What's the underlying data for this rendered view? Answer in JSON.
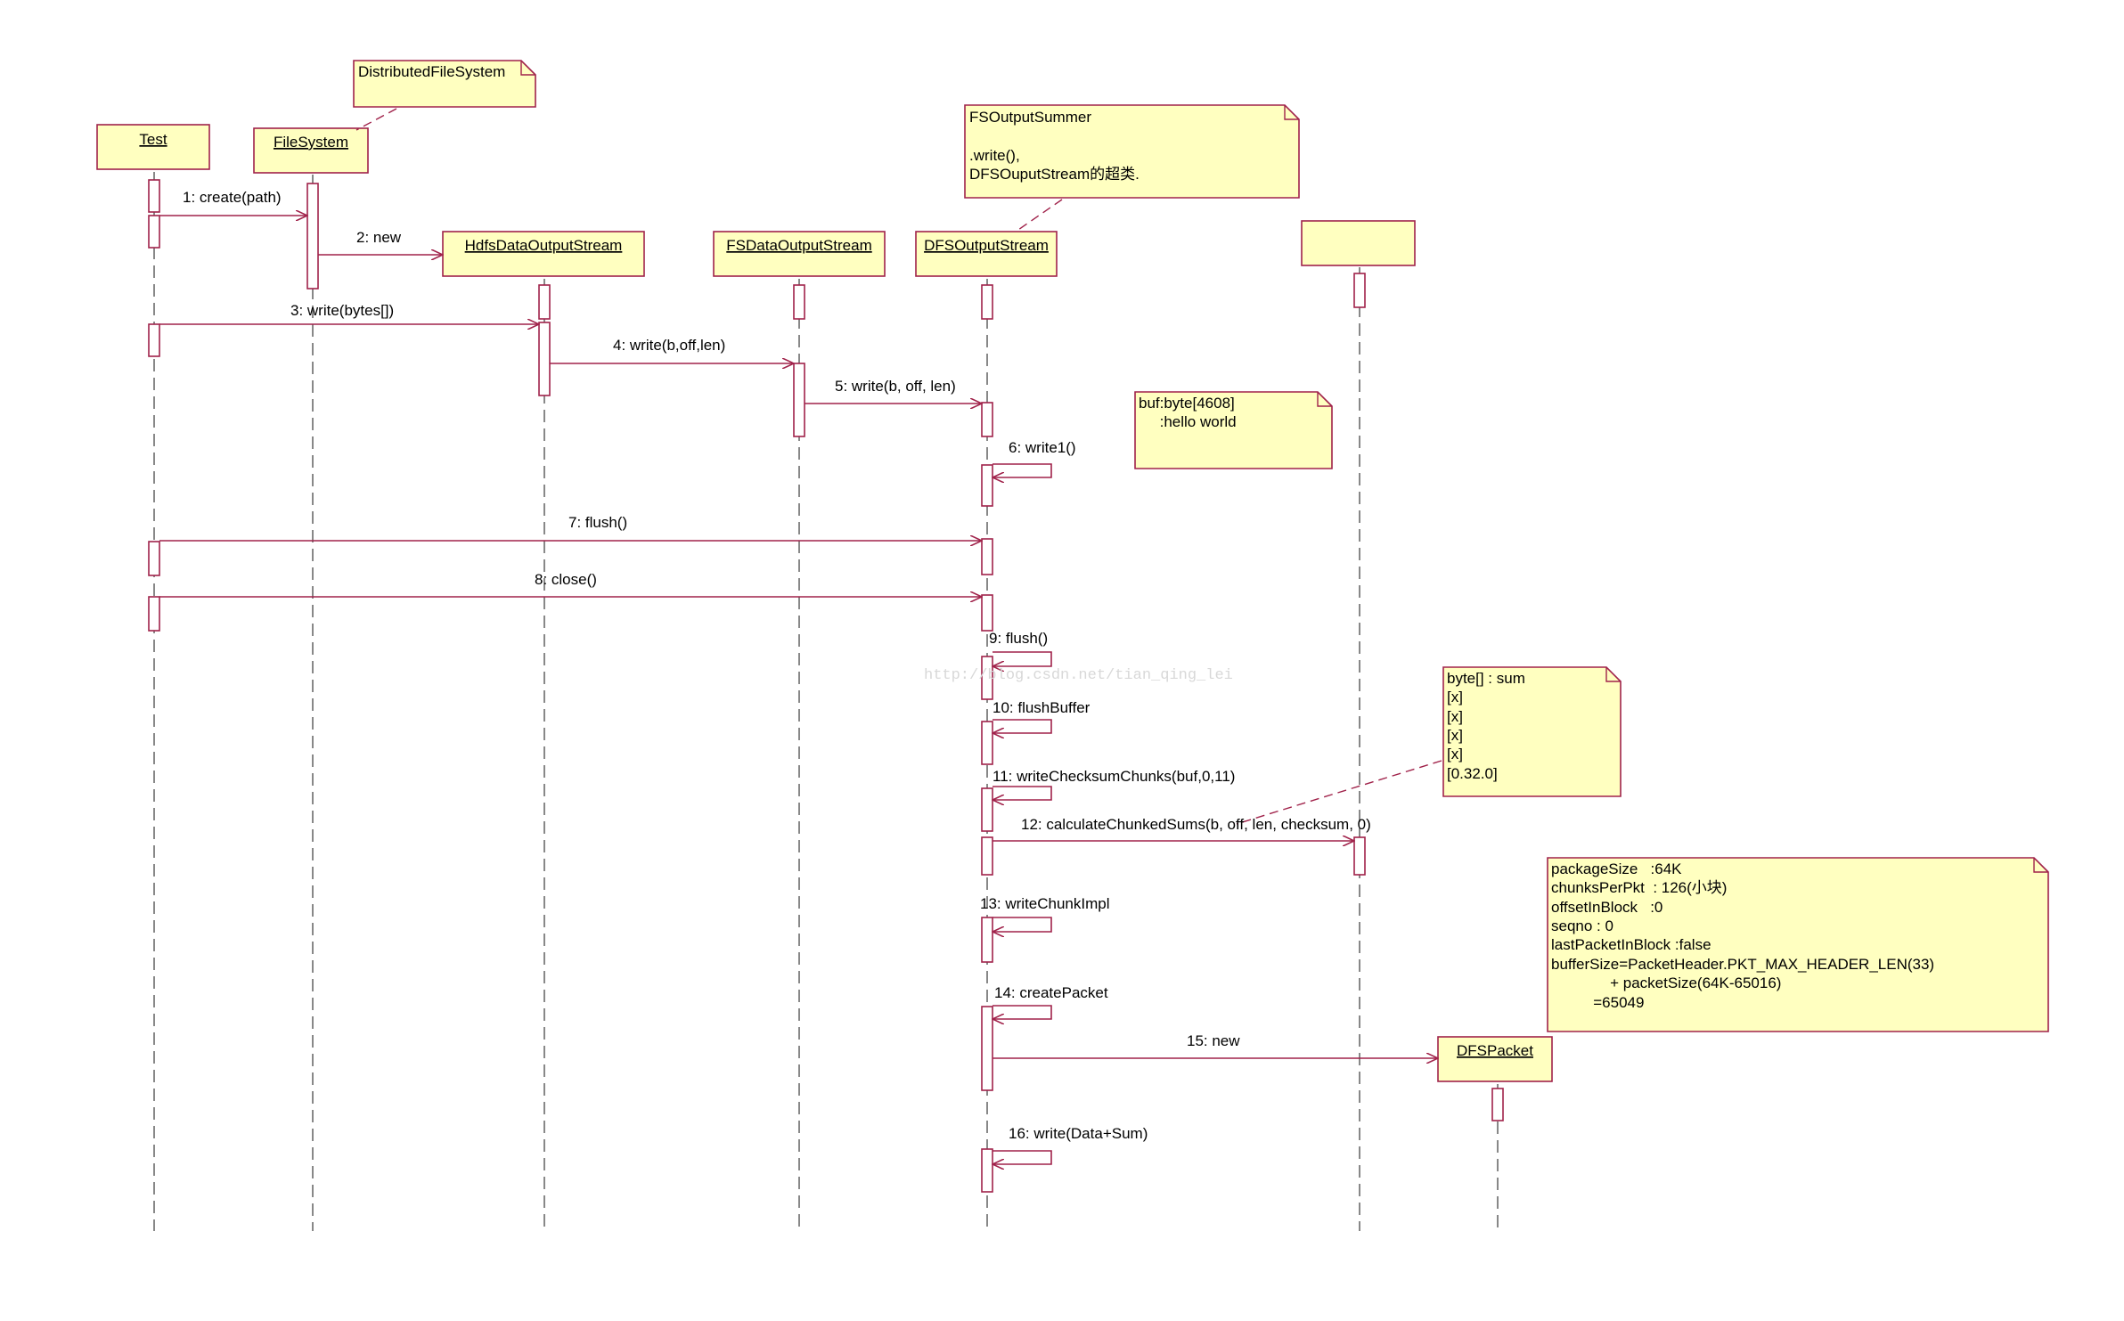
{
  "colors": {
    "background": "#ffffff",
    "box_fill": "#ffffc0",
    "box_stroke": "#a0224a",
    "line": "#a0224a",
    "text": "#000000",
    "watermark": "#d8d8d8"
  },
  "participants": [
    {
      "id": "test",
      "name": "Test"
    },
    {
      "id": "fs",
      "name": "FileSystem"
    },
    {
      "id": "hdos",
      "name": "HdfsDataOutputStream"
    },
    {
      "id": "fsdos",
      "name": "FSDataOutputStream"
    },
    {
      "id": "dfsos",
      "name": "DFSOutputStream"
    },
    {
      "id": "blank",
      "name": ""
    },
    {
      "id": "pkt",
      "name": "DFSPacket"
    }
  ],
  "messages": [
    {
      "n": "1",
      "label": "1: create(path)",
      "from": "test",
      "to": "fs"
    },
    {
      "n": "2",
      "label": "2: new",
      "from": "fs",
      "to": "hdos"
    },
    {
      "n": "3",
      "label": "3: write(bytes[])",
      "from": "test",
      "to": "hdos"
    },
    {
      "n": "4",
      "label": "4: write(b,off,len)",
      "from": "hdos",
      "to": "fsdos"
    },
    {
      "n": "5",
      "label": "5: write(b, off, len)",
      "from": "fsdos",
      "to": "dfsos"
    },
    {
      "n": "6",
      "label": "6: write1()",
      "from": "dfsos",
      "to": "dfsos"
    },
    {
      "n": "7",
      "label": "7: flush()",
      "from": "test",
      "to": "dfsos"
    },
    {
      "n": "8",
      "label": "8: close()",
      "from": "test",
      "to": "dfsos"
    },
    {
      "n": "9",
      "label": "9: flush()",
      "from": "dfsos",
      "to": "dfsos"
    },
    {
      "n": "10",
      "label": "10: flushBuffer",
      "from": "dfsos",
      "to": "dfsos"
    },
    {
      "n": "11",
      "label": "11: writeChecksumChunks(buf,0,11)",
      "from": "dfsos",
      "to": "dfsos"
    },
    {
      "n": "12",
      "label": "12: calculateChunkedSums(b, off, len, checksum, 0)",
      "from": "dfsos",
      "to": "blank"
    },
    {
      "n": "13",
      "label": "13: writeChunkImpl",
      "from": "dfsos",
      "to": "dfsos"
    },
    {
      "n": "14",
      "label": "14: createPacket",
      "from": "dfsos",
      "to": "dfsos"
    },
    {
      "n": "15",
      "label": "15: new",
      "from": "dfsos",
      "to": "pkt"
    },
    {
      "n": "16",
      "label": "16: write(Data+Sum)",
      "from": "dfsos",
      "to": "dfsos"
    }
  ],
  "notes": [
    {
      "id": "note-distributed-fs",
      "lines": [
        "DistributedFileSystem"
      ]
    },
    {
      "id": "note-fsoutputsummer",
      "lines": [
        "FSOutputSummer",
        "",
        ".write(),",
        "DFSOuputStream的超类."
      ]
    },
    {
      "id": "note-buf",
      "lines": [
        "buf:byte[4608]",
        "     :hello world"
      ]
    },
    {
      "id": "note-byte-sum",
      "lines": [
        "byte[] : sum",
        "[x]",
        "[x]",
        "[x]",
        "[x]",
        "[0.32.0]"
      ]
    },
    {
      "id": "note-packet",
      "lines": [
        "packageSize   :64K",
        "chunksPerPkt  : 126(小块)",
        "offsetInBlock   :0",
        "seqno : 0",
        "lastPacketInBlock :false",
        "bufferSize=PacketHeader.PKT_MAX_HEADER_LEN(33)",
        "              + packetSize(64K-65016)",
        "          =65049"
      ]
    }
  ],
  "watermark": "http://blog.csdn.net/tian_qing_lei"
}
